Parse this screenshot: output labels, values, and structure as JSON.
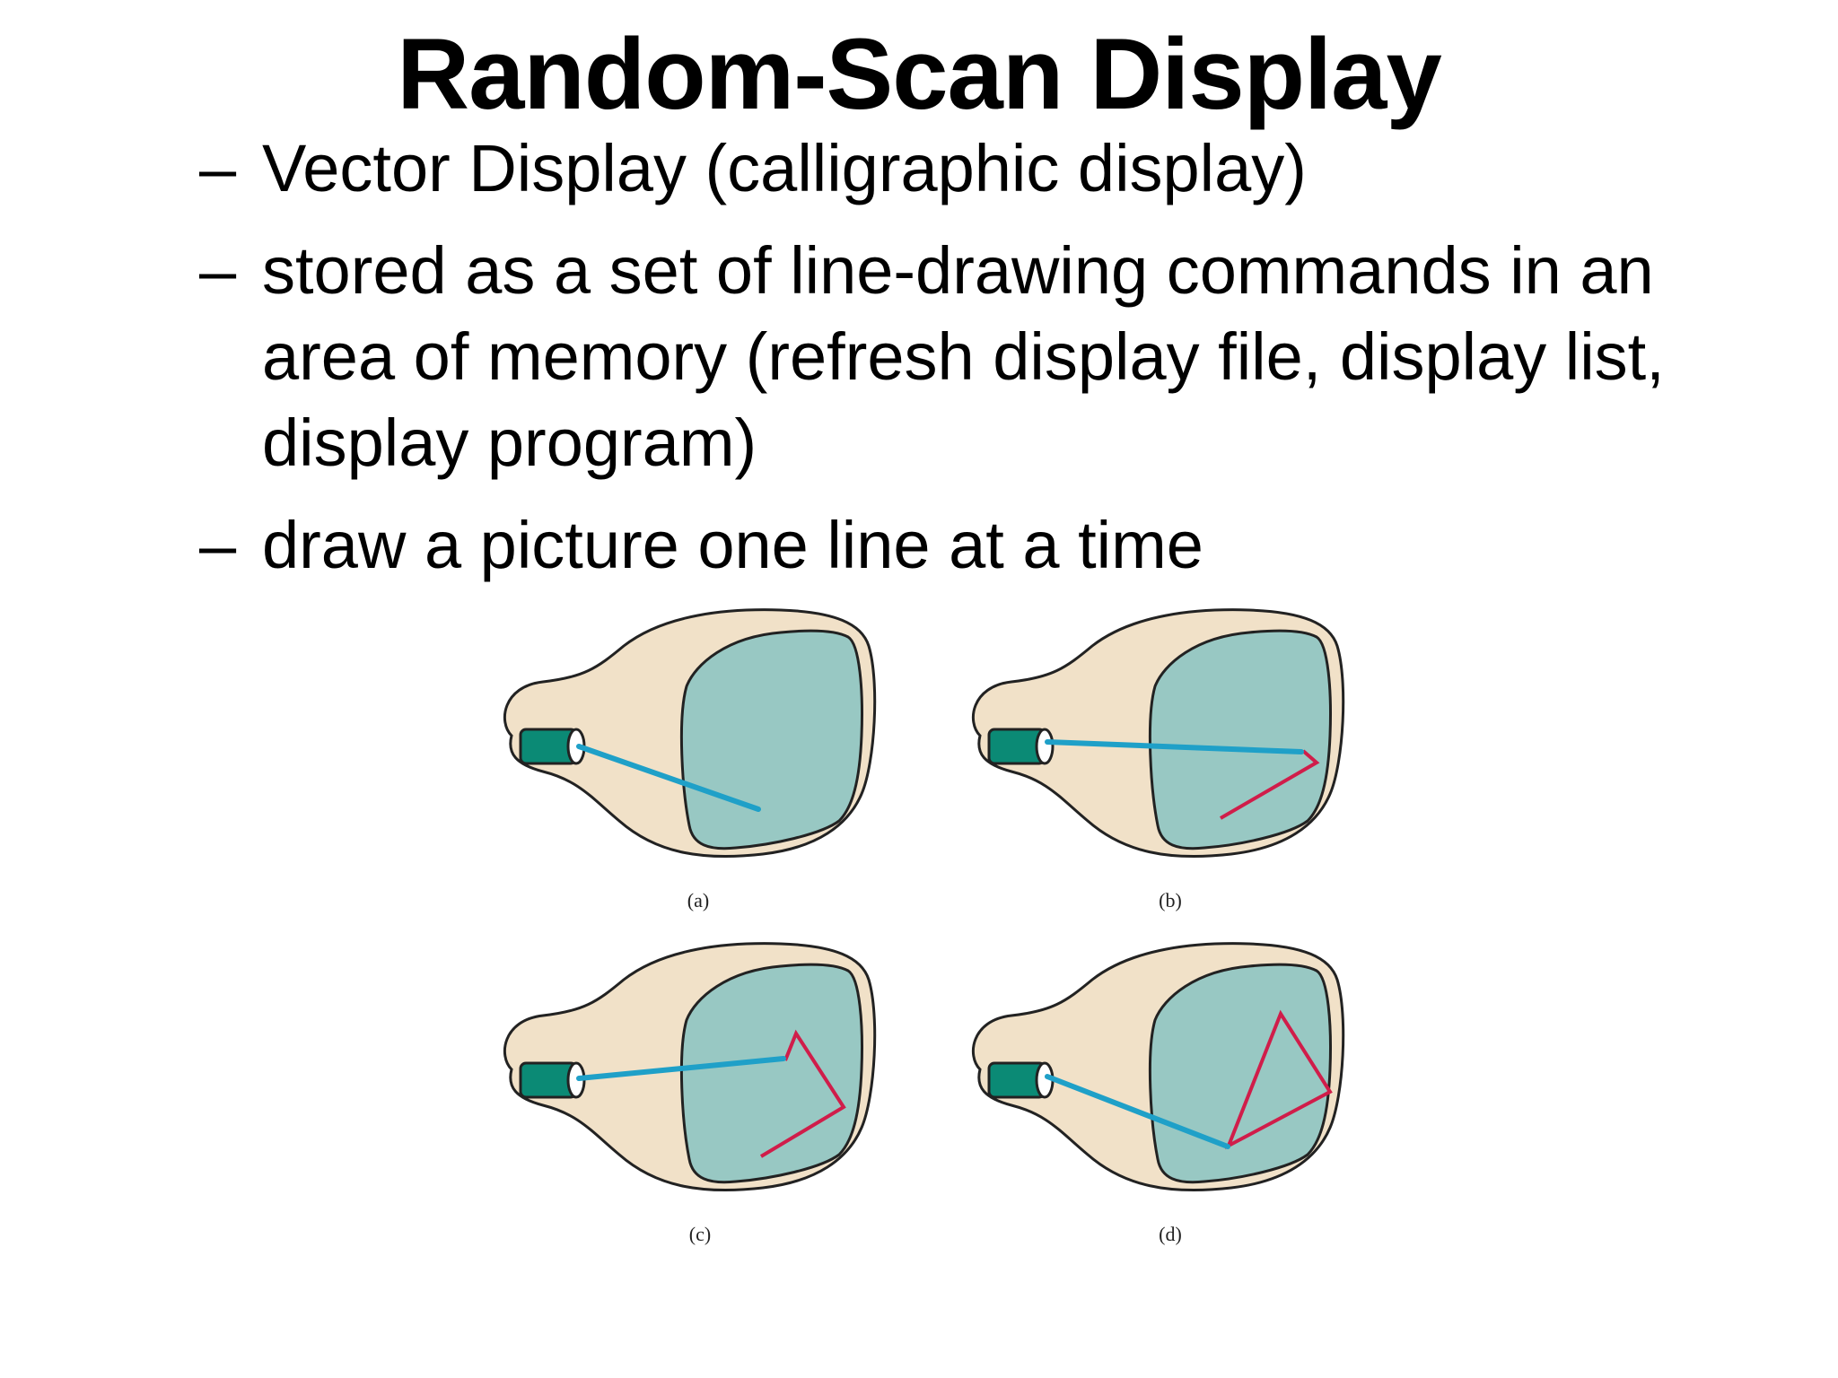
{
  "slide": {
    "title": "Random-Scan Display",
    "bullets": [
      {
        "dash": "–",
        "text": "Vector Display (calligraphic display)"
      },
      {
        "dash": "–",
        "text": "stored as a set of line-drawing commands in an area of memory  (refresh display file, display list, display program)"
      },
      {
        "dash": "–",
        "text": "draw a picture one line at a time"
      }
    ]
  },
  "figure": {
    "panels": [
      {
        "label": "(a)"
      },
      {
        "label": "(b)"
      },
      {
        "label": "(c)"
      },
      {
        "label": "(d)"
      }
    ],
    "colors": {
      "tube_body": "#f1e1c8",
      "screen": "#98c8c3",
      "gun": "#0b8a75",
      "beam": "#1fa0c8",
      "drawn_line": "#d01d4a",
      "outline": "#222222"
    }
  }
}
